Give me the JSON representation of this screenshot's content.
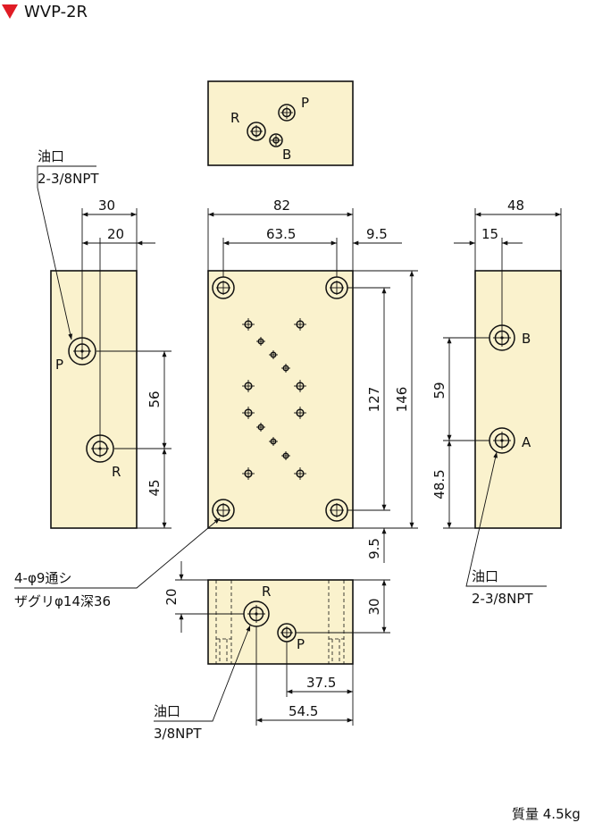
{
  "header": {
    "title": "WVP-2R",
    "marker_color": "#e01b24"
  },
  "colors": {
    "body_fill": "#faf2cd",
    "line": "#111111",
    "marker": "#e01b24"
  },
  "top_view": {
    "port_r": "R",
    "port_p": "P",
    "port_b": "B"
  },
  "left_view": {
    "port_label_1": "油口",
    "port_label_2": "2-3/8NPT",
    "dim_30": "30",
    "dim_20": "20",
    "dim_56": "56",
    "dim_45": "45",
    "port_p": "P",
    "port_r": "R"
  },
  "front_view": {
    "dim_82": "82",
    "dim_63_5": "63.5",
    "dim_9_5_top": "9.5",
    "dim_127": "127",
    "dim_146": "146",
    "dim_9_5_bottom": "9.5",
    "note_line_1": "4-φ9通シ",
    "note_line_2": "ザグリφ14深36"
  },
  "right_view": {
    "dim_48": "48",
    "dim_15": "15",
    "dim_59": "59",
    "dim_48_5": "48.5",
    "port_b": "B",
    "port_a": "A",
    "port_label_1": "油口",
    "port_label_2": "2-3/8NPT"
  },
  "bottom_view": {
    "dim_20": "20",
    "dim_30": "30",
    "port_r": "R",
    "port_p": "P",
    "dim_37_5": "37.5",
    "dim_54_5": "54.5",
    "port_label_1": "油口",
    "port_label_2": "3/8NPT"
  },
  "footer": {
    "weight": "質量 4.5kg"
  }
}
